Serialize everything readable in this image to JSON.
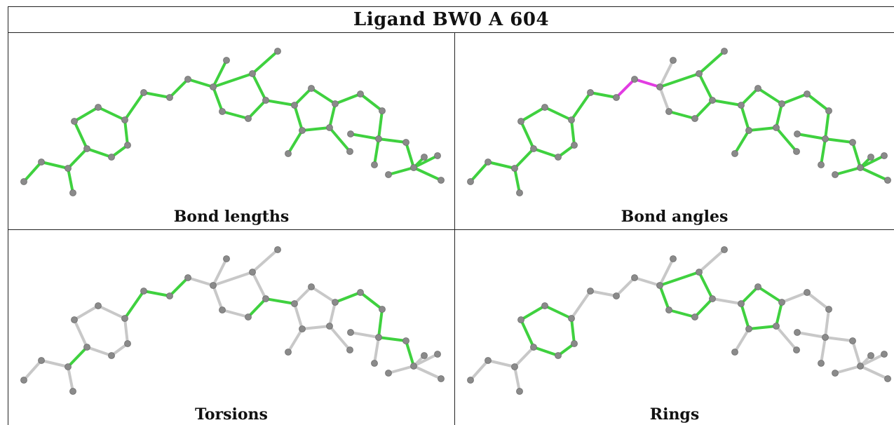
{
  "title": "Ligand BW0 A 604",
  "panels": [
    {
      "caption": "Bond lengths",
      "highlight": "bonds"
    },
    {
      "caption": "Bond angles",
      "highlight": "angle"
    },
    {
      "caption": "Torsions",
      "highlight": "torsions"
    },
    {
      "caption": "Rings",
      "highlight": "rings"
    }
  ],
  "colors": {
    "highlight_green": "#3fd13f",
    "highlight_magenta": "#e23ce2",
    "bond_gray": "#c8c8c8",
    "atom_gray": "#8a8a8a"
  }
}
